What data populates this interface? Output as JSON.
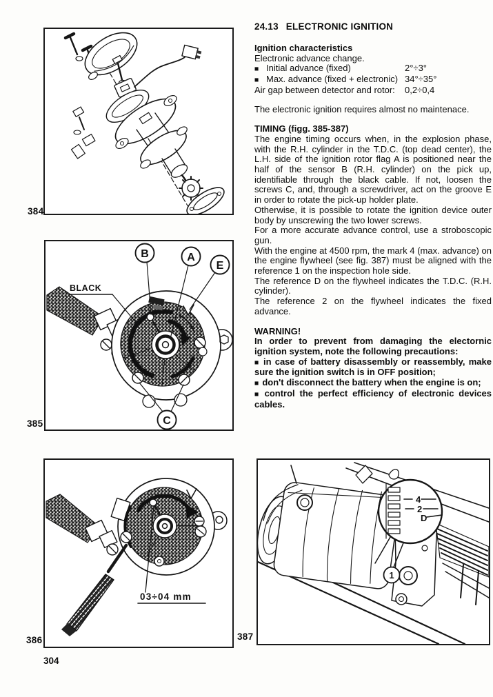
{
  "page": {
    "number": "304"
  },
  "section": {
    "number": "24.13",
    "title": "ELECTRONIC IGNITION"
  },
  "characteristics": {
    "heading": "Ignition characteristics",
    "intro": "Electronic advance change.",
    "bullet": "■",
    "rows": [
      {
        "label": "Initial advance (fixed)",
        "value": "2°÷3°"
      },
      {
        "label": "Max. advance (fixed + electronic)",
        "value": "34°÷35°"
      },
      {
        "label": "Air gap between detector and rotor:",
        "value": "0,2÷0,4"
      }
    ],
    "note": "The electronic ignition requires almost no maintenace."
  },
  "timing": {
    "heading": "TIMING (figg. 385-387)",
    "paragraphs": [
      "The engine timing occurs when, in the explosion phase, with the R.H. cylinder in the T.D.C. (top dead center), the L.H. side of the ignition rotor flag A is positioned near the half of the sensor B (R.H. cylinder) on the pick up, identifiable through the black cable. If not, loosen the screws C, and, through a screwdriver, act on the groove E in order to rotate the pick-up holder plate.",
      "Otherwise, it is possible to rotate the ignition device outer body by unscrewing the two lower screws.",
      "For a more accurate advance control, use a stroboscopic gun.",
      "With the engine at 4500 rpm, the mark 4 (max. advance) on the engine flywheel (see fig. 387) must be aligned with the reference 1 on the inspection hole side.",
      "The reference D on the flywheel indicates the T.D.C. (R.H. cylinder).",
      "The reference 2 on the flywheel indicates the fixed advance."
    ]
  },
  "warning": {
    "heading": "WARNING!",
    "intro": "In order to prevent from damaging the electornic ignition system, note the following precautions:",
    "bullet": "■",
    "items": [
      "in case of battery disassembly or reassembly, make sure the ignition switch is in OFF position;",
      "don't disconnect the battery when the engine is on;",
      "control the perfect efficiency of electronic devices cables."
    ]
  },
  "figures": {
    "fig384": {
      "number": "384"
    },
    "fig385": {
      "number": "385",
      "callout_b": "B",
      "callout_a": "A",
      "callout_e": "E",
      "callout_c": "C",
      "cable_label": "BLACK"
    },
    "fig386": {
      "number": "386",
      "gap_label": "03÷04 mm"
    },
    "fig387": {
      "number": "387",
      "mark_max": "4",
      "mark_fixed": "2",
      "mark_tdc": "D",
      "callout_1": "1"
    }
  }
}
